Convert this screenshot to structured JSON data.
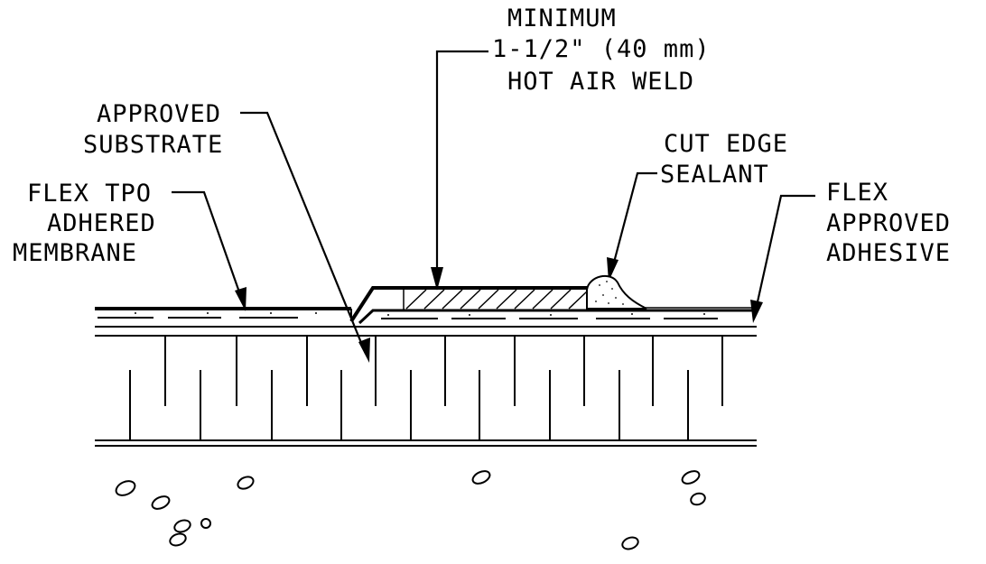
{
  "colors": {
    "ink": "#000000",
    "background": "#ffffff"
  },
  "labels": {
    "weld": [
      "MINIMUM",
      "1-1/2\" (40 mm)",
      "HOT AIR WELD"
    ],
    "substrate": [
      "APPROVED",
      "SUBSTRATE"
    ],
    "membrane": [
      "FLEX TPO",
      "ADHERED",
      "MEMBRANE"
    ],
    "sealant": [
      "CUT EDGE",
      "SEALANT"
    ],
    "adhesive": [
      "FLEX",
      "APPROVED",
      "ADHESIVE"
    ]
  }
}
